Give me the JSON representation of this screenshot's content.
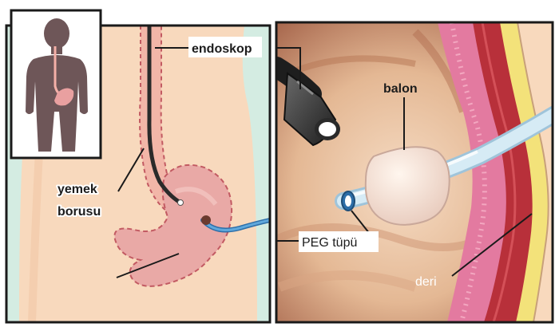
{
  "labels": {
    "endoscope": "endoskop",
    "balloon": "balon",
    "esophagus_line1": "yemek",
    "esophagus_line2": "borusu",
    "peg_tube": "PEG tüpü",
    "skin": "deri"
  },
  "colors": {
    "panel_border": "#1a1a1a",
    "skin_light": "#f8d9bd",
    "stomach_pink": "#e9a9a6",
    "stomach_outline": "#c25a62",
    "tube_blue": "#4a90c8",
    "tube_light": "#cfe6f2",
    "silhouette": "#6e5658",
    "tissue_red": "#b8303a",
    "fat_yellow": "#f3e27a",
    "tissue_pink": "#e37aa0",
    "mint_bg": "#d4ece2"
  },
  "icons": {
    "person": "person-silhouette-icon",
    "endoscope_light": "endoscope-light-icon"
  }
}
